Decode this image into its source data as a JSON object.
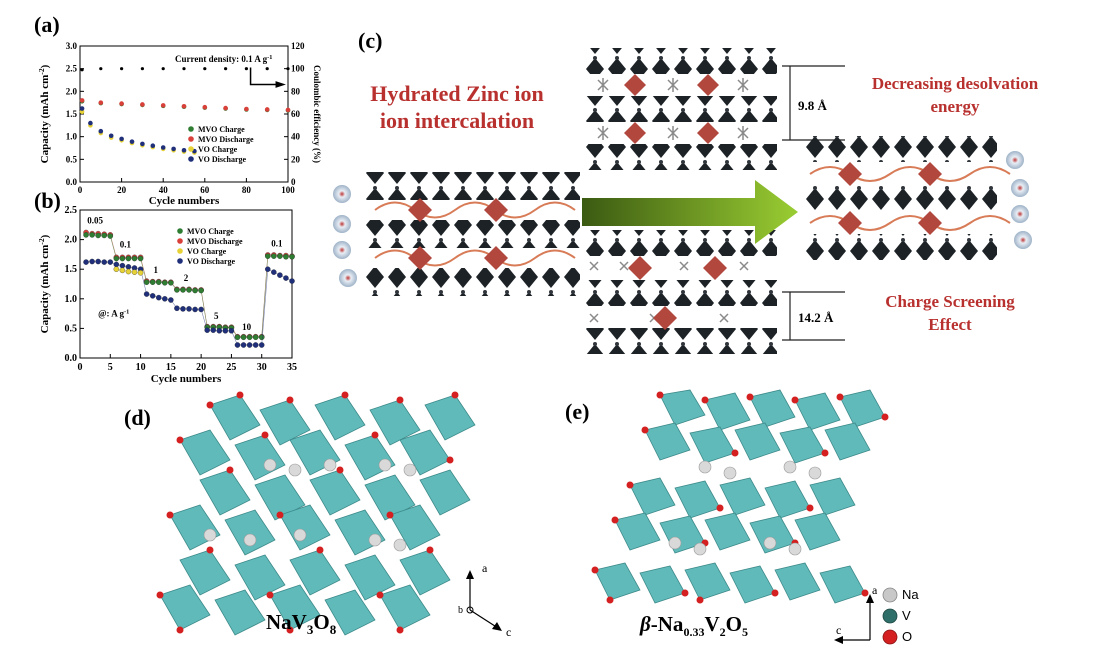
{
  "panels": {
    "a": {
      "label": "(a)"
    },
    "b": {
      "label": "(b)"
    },
    "c": {
      "label": "(c)"
    },
    "d": {
      "label": "(d)"
    },
    "e": {
      "label": "(e)"
    }
  },
  "chart_data": [
    {
      "type": "scatter",
      "panel": "a",
      "annotation": "Current density: 0.1 A g",
      "annotation_sup": "-1",
      "xlabel": "Cycle numbers",
      "ylabel": "Capacity (mAh cm",
      "ylabel_sup": "-2",
      "ylabel_tail": ")",
      "y2label": "Coulombic efficiency (%)",
      "xlim": [
        0,
        100
      ],
      "ylim": [
        0.0,
        3.0
      ],
      "y2lim": [
        0,
        120
      ],
      "x_ticks": [
        "0",
        "20",
        "40",
        "60",
        "80",
        "100"
      ],
      "y_ticks": [
        "0.0",
        "0.5",
        "1.0",
        "1.5",
        "2.0",
        "2.5",
        "3.0"
      ],
      "y2_ticks": [
        "0",
        "20",
        "40",
        "60",
        "80",
        "100",
        "120"
      ],
      "legend": [
        "MVO Charge",
        "MVO Discharge",
        "VO Charge",
        "VO Discharge"
      ],
      "series": [
        {
          "name": "MVO Charge",
          "color": "#2e7d32",
          "x": [
            1,
            10,
            20,
            30,
            40,
            50,
            60,
            70,
            80,
            90,
            100
          ],
          "y": [
            1.78,
            1.74,
            1.72,
            1.7,
            1.68,
            1.66,
            1.64,
            1.62,
            1.6,
            1.59,
            1.58
          ]
        },
        {
          "name": "MVO Discharge",
          "color": "#d9403a",
          "x": [
            1,
            10,
            20,
            30,
            40,
            50,
            60,
            70,
            80,
            90,
            100
          ],
          "y": [
            1.8,
            1.75,
            1.73,
            1.71,
            1.69,
            1.67,
            1.65,
            1.63,
            1.61,
            1.6,
            1.59
          ]
        },
        {
          "name": "VO Charge",
          "color": "#e6d236",
          "x": [
            1,
            5,
            10,
            15,
            20,
            25,
            30,
            35,
            40,
            45,
            50,
            55
          ],
          "y": [
            1.55,
            1.25,
            1.08,
            0.98,
            0.92,
            0.86,
            0.81,
            0.77,
            0.73,
            0.7,
            0.67,
            0.65
          ]
        },
        {
          "name": "VO Discharge",
          "color": "#1f2f7a",
          "x": [
            1,
            5,
            10,
            15,
            20,
            25,
            30,
            35,
            40,
            45,
            50,
            55
          ],
          "y": [
            1.62,
            1.3,
            1.12,
            1.02,
            0.95,
            0.89,
            0.84,
            0.8,
            0.76,
            0.73,
            0.7,
            0.68
          ]
        },
        {
          "name": "Coulombic efficiency",
          "axis": "y2",
          "color": "#000000",
          "x": [
            1,
            10,
            20,
            30,
            40,
            50,
            60,
            70,
            80,
            90,
            100
          ],
          "y": [
            99,
            100,
            100,
            100,
            100,
            100,
            100,
            100,
            100,
            100,
            100
          ]
        }
      ]
    },
    {
      "type": "scatter",
      "panel": "b",
      "xlabel": "Cycle numbers",
      "ylabel": "Capacity (mAh cm",
      "ylabel_sup": "-2",
      "ylabel_tail": ")",
      "unit_note": "@: A g",
      "unit_note_sup": "-1",
      "xlim": [
        0,
        35
      ],
      "ylim": [
        0.0,
        2.5
      ],
      "x_ticks": [
        "0",
        "5",
        "10",
        "15",
        "20",
        "25",
        "30",
        "35"
      ],
      "y_ticks": [
        "0.0",
        "0.5",
        "1.0",
        "1.5",
        "2.0",
        "2.5"
      ],
      "legend": [
        "MVO Charge",
        "MVO Discharge",
        "VO Charge",
        "VO Discharge"
      ],
      "rate_labels": [
        {
          "text": "0.05",
          "x": 2.5,
          "y": 2.27
        },
        {
          "text": "0.1",
          "x": 7.5,
          "y": 1.87
        },
        {
          "text": "1",
          "x": 12.5,
          "y": 1.44
        },
        {
          "text": "2",
          "x": 17.5,
          "y": 1.3
        },
        {
          "text": "5",
          "x": 22.5,
          "y": 0.66
        },
        {
          "text": "10",
          "x": 27.5,
          "y": 0.47
        },
        {
          "text": "0.1",
          "x": 32.5,
          "y": 1.88
        }
      ],
      "series": [
        {
          "name": "MVO Discharge",
          "color": "#d9403a",
          "x": [
            1,
            2,
            3,
            4,
            5,
            6,
            7,
            8,
            9,
            10,
            11,
            12,
            13,
            14,
            15,
            16,
            17,
            18,
            19,
            20,
            21,
            22,
            23,
            24,
            25,
            26,
            27,
            28,
            29,
            30,
            31,
            32,
            33,
            34,
            35
          ],
          "y": [
            2.12,
            2.1,
            2.1,
            2.09,
            2.08,
            1.7,
            1.7,
            1.7,
            1.7,
            1.7,
            1.3,
            1.29,
            1.29,
            1.28,
            1.28,
            1.16,
            1.16,
            1.16,
            1.15,
            1.15,
            0.53,
            0.53,
            0.53,
            0.52,
            0.52,
            0.36,
            0.36,
            0.36,
            0.36,
            0.36,
            1.74,
            1.74,
            1.73,
            1.73,
            1.72
          ]
        },
        {
          "name": "MVO Charge",
          "color": "#2e7d32",
          "x": [
            1,
            2,
            3,
            4,
            5,
            6,
            7,
            8,
            9,
            10,
            11,
            12,
            13,
            14,
            15,
            16,
            17,
            18,
            19,
            20,
            21,
            22,
            23,
            24,
            25,
            26,
            27,
            28,
            29,
            30,
            31,
            32,
            33,
            34,
            35
          ],
          "y": [
            2.08,
            2.08,
            2.07,
            2.07,
            2.06,
            1.68,
            1.68,
            1.68,
            1.68,
            1.68,
            1.28,
            1.28,
            1.28,
            1.27,
            1.27,
            1.15,
            1.15,
            1.15,
            1.14,
            1.14,
            0.52,
            0.52,
            0.52,
            0.51,
            0.51,
            0.35,
            0.35,
            0.35,
            0.35,
            0.35,
            1.72,
            1.72,
            1.72,
            1.71,
            1.71
          ]
        },
        {
          "name": "VO Discharge",
          "color": "#1f2f7a",
          "x": [
            1,
            2,
            3,
            4,
            5,
            6,
            7,
            8,
            9,
            10,
            11,
            12,
            13,
            14,
            15,
            16,
            17,
            18,
            19,
            20,
            21,
            22,
            23,
            24,
            25,
            26,
            27,
            28,
            29,
            30,
            31,
            32,
            33,
            34,
            35
          ],
          "y": [
            1.62,
            1.63,
            1.63,
            1.62,
            1.62,
            1.58,
            1.56,
            1.54,
            1.52,
            1.5,
            1.08,
            1.05,
            1.02,
            1.0,
            0.98,
            0.84,
            0.83,
            0.83,
            0.82,
            0.82,
            0.47,
            0.47,
            0.46,
            0.46,
            0.46,
            0.22,
            0.22,
            0.22,
            0.22,
            0.22,
            1.5,
            1.45,
            1.4,
            1.35,
            1.3
          ]
        },
        {
          "name": "VO Charge",
          "color": "#e6d236",
          "x": [
            6,
            7,
            8,
            9,
            10
          ],
          "y": [
            1.5,
            1.48,
            1.46,
            1.45,
            1.44
          ]
        }
      ]
    }
  ],
  "panel_c": {
    "title_left_line1": "Hydrated Zinc ion",
    "title_left_line2": "ion intercalation",
    "title_right_top_line1": "Decreasing desolvation",
    "title_right_top_line2": "energy",
    "title_right_bottom_line1": "Charge Screening",
    "title_right_bottom_line2": "Effect",
    "spacing_top": "9.8 Å",
    "spacing_bottom": "14.2 Å"
  },
  "panel_d": {
    "formula_main": "NaV",
    "formula_sub1": "3",
    "formula_mid": "O",
    "formula_sub2": "8",
    "axis_a": "a",
    "axis_b": "b",
    "axis_c": "c"
  },
  "panel_e": {
    "formula_beta": "β",
    "formula_dash": "-Na",
    "formula_sub1": "0.33",
    "formula_v": "V",
    "formula_sub2": "2",
    "formula_o": "O",
    "formula_sub3": "5",
    "axis_a": "a",
    "axis_c": "c",
    "legend": [
      {
        "label": "Na",
        "color": "#c8c8c8"
      },
      {
        "label": "V",
        "color": "#2f6f6a"
      },
      {
        "label": "O",
        "color": "#d42020"
      }
    ]
  }
}
